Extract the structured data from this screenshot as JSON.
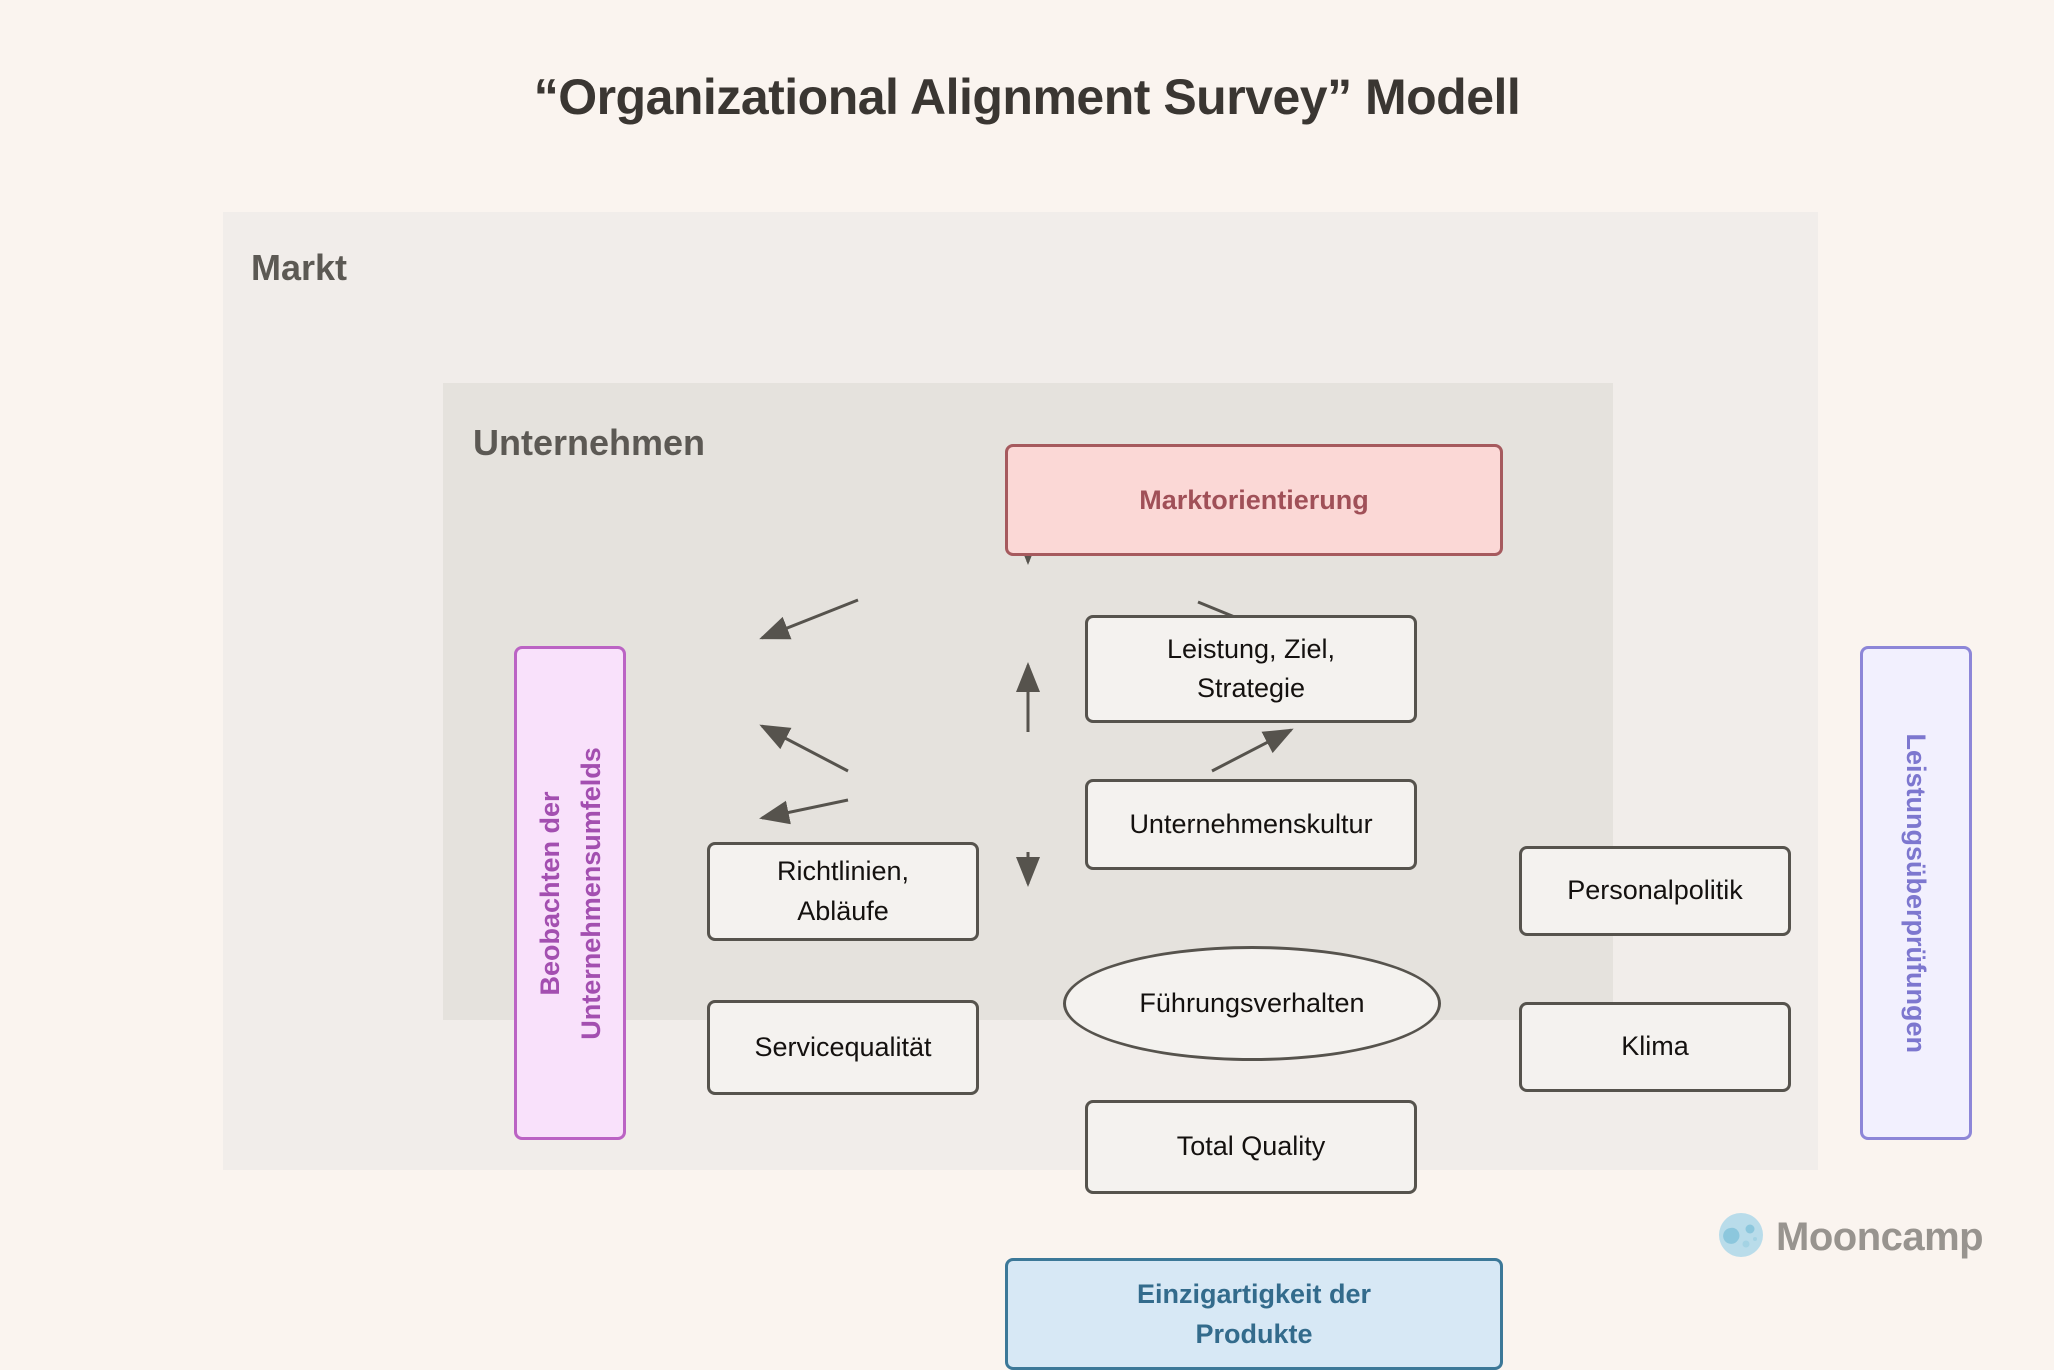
{
  "page": {
    "title": "“Organizational Alignment Survey” Modell",
    "background_color": "#faf4ef"
  },
  "outer_panel": {
    "label": "Markt",
    "background_color": "#f1edea"
  },
  "inner_panel": {
    "label": "Unternehmen",
    "background_color": "#e5e2dd"
  },
  "accents": {
    "top": {
      "label": "Marktorientierung",
      "fill": "#fbd8d6",
      "border": "#a65a5e",
      "text_color": "#a05058"
    },
    "bottom": {
      "label": "Einzigartigkeit der Produkte",
      "line1": "Einzigartigkeit der",
      "line2": "Produkte",
      "fill": "#d7e8f5",
      "border": "#3c7898",
      "text_color": "#336b8c"
    },
    "left": {
      "label": "Beobachten der Unternehmensumfelds",
      "line1": "Beobachten der",
      "line2": "Unternehmensumfelds",
      "fill": "#f9e1fb",
      "border": "#bb63c4",
      "text_color": "#a34fb0",
      "orientation": "vertical-bottom-to-top"
    },
    "right": {
      "label": "Leistungsüberprüfungen",
      "fill": "#f2f0fe",
      "border": "#8d86d8",
      "text_color": "#7d77cf",
      "orientation": "vertical-top-to-bottom"
    }
  },
  "nodes": {
    "leistung_ziel_strategie": {
      "line1": "Leistung, Ziel,",
      "line2": "Strategie"
    },
    "unternehmenskultur": {
      "label": "Unternehmenskultur"
    },
    "fuehrungsverhalten": {
      "label": "Führungsverhalten"
    },
    "richtlinien_ablaeufe": {
      "line1": "Richtlinien,",
      "line2": "Abläufe"
    },
    "servicequalitaet": {
      "label": "Servicequalität"
    },
    "personalpolitik": {
      "label": "Personalpolitik"
    },
    "klima": {
      "label": "Klima"
    },
    "total_quality": {
      "label": "Total Quality"
    },
    "style": {
      "fill": "#f4f2ef",
      "border": "#56534d",
      "text_color": "#14110f"
    }
  },
  "edges": [
    {
      "from": "leistung_ziel_strategie",
      "to": "unternehmenskultur"
    },
    {
      "from": "unternehmenskultur",
      "to": "richtlinien_ablaeufe"
    },
    {
      "from": "unternehmenskultur",
      "to": "personalpolitik"
    },
    {
      "from": "fuehrungsverhalten",
      "to": "unternehmenskultur"
    },
    {
      "from": "fuehrungsverhalten",
      "to": "richtlinien_ablaeufe"
    },
    {
      "from": "fuehrungsverhalten",
      "to": "servicequalitaet"
    },
    {
      "from": "fuehrungsverhalten",
      "to": "personalpolitik"
    },
    {
      "from": "fuehrungsverhalten",
      "to": "klima"
    },
    {
      "from": "fuehrungsverhalten",
      "to": "total_quality"
    }
  ],
  "footer": {
    "logo_text": "Mooncamp",
    "logo_icon": "moon-icon",
    "logo_text_color": "#98948f",
    "logo_icon_color": "#a9d7e8"
  }
}
